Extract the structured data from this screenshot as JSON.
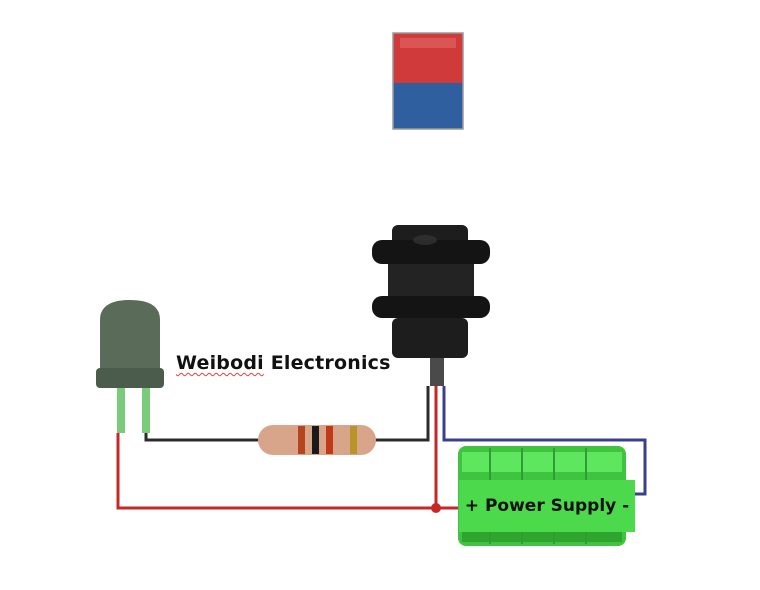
{
  "caption": {
    "brand_word": "Weibodi",
    "rest": "Electronics"
  },
  "power_supply": {
    "label": "+ Power Supply -"
  },
  "colors": {
    "magnet_north": "#d03a3a",
    "magnet_south": "#2f5f9e",
    "sensor_body": "#1d1d1d",
    "led_body": "#5a6b5a",
    "wire_red": "#c62828",
    "wire_black": "#2b2b2b",
    "wire_blue": "#3a3f8c",
    "resistor_body": "#d9a58a",
    "psu_green": "#4cd94c"
  },
  "icons": [
    "magnet-icon",
    "proximity-sensor-icon",
    "led-icon",
    "resistor-icon",
    "battery-pack-icon"
  ]
}
